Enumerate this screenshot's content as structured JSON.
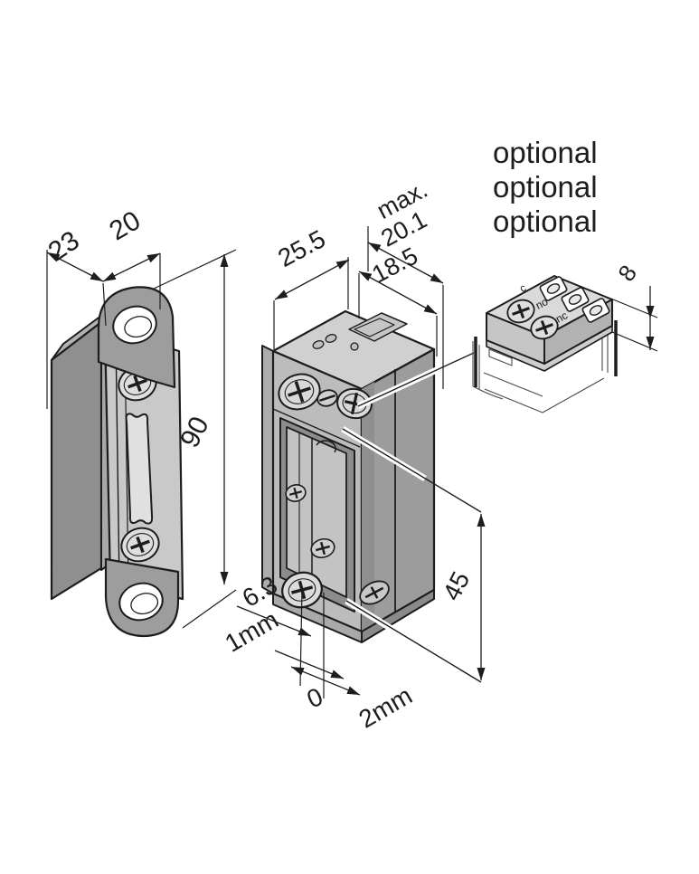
{
  "drawing": {
    "optional_note": {
      "line1": "optional",
      "line2": "optional",
      "line3": "optional"
    },
    "keeper_plate": {
      "width_back": "23",
      "width_front": "20",
      "height": "90"
    },
    "strike_body": {
      "depth": "25.5",
      "max_prefix": "max.",
      "max_width": "20.1",
      "width": "18.5",
      "latch_height": "45",
      "screw_offset": "6.3",
      "adjust_left": "1mm",
      "adjust_zero": "0",
      "adjust_right": "2mm"
    },
    "terminal_block": {
      "height": "8",
      "label_c": "c",
      "label_no": "no",
      "label_nc": "nc"
    },
    "colors": {
      "line": "#1d1d1b",
      "face_light": "#d0d0d0",
      "face_mid": "#bcbcbc",
      "face_dark": "#9c9c9c"
    }
  }
}
